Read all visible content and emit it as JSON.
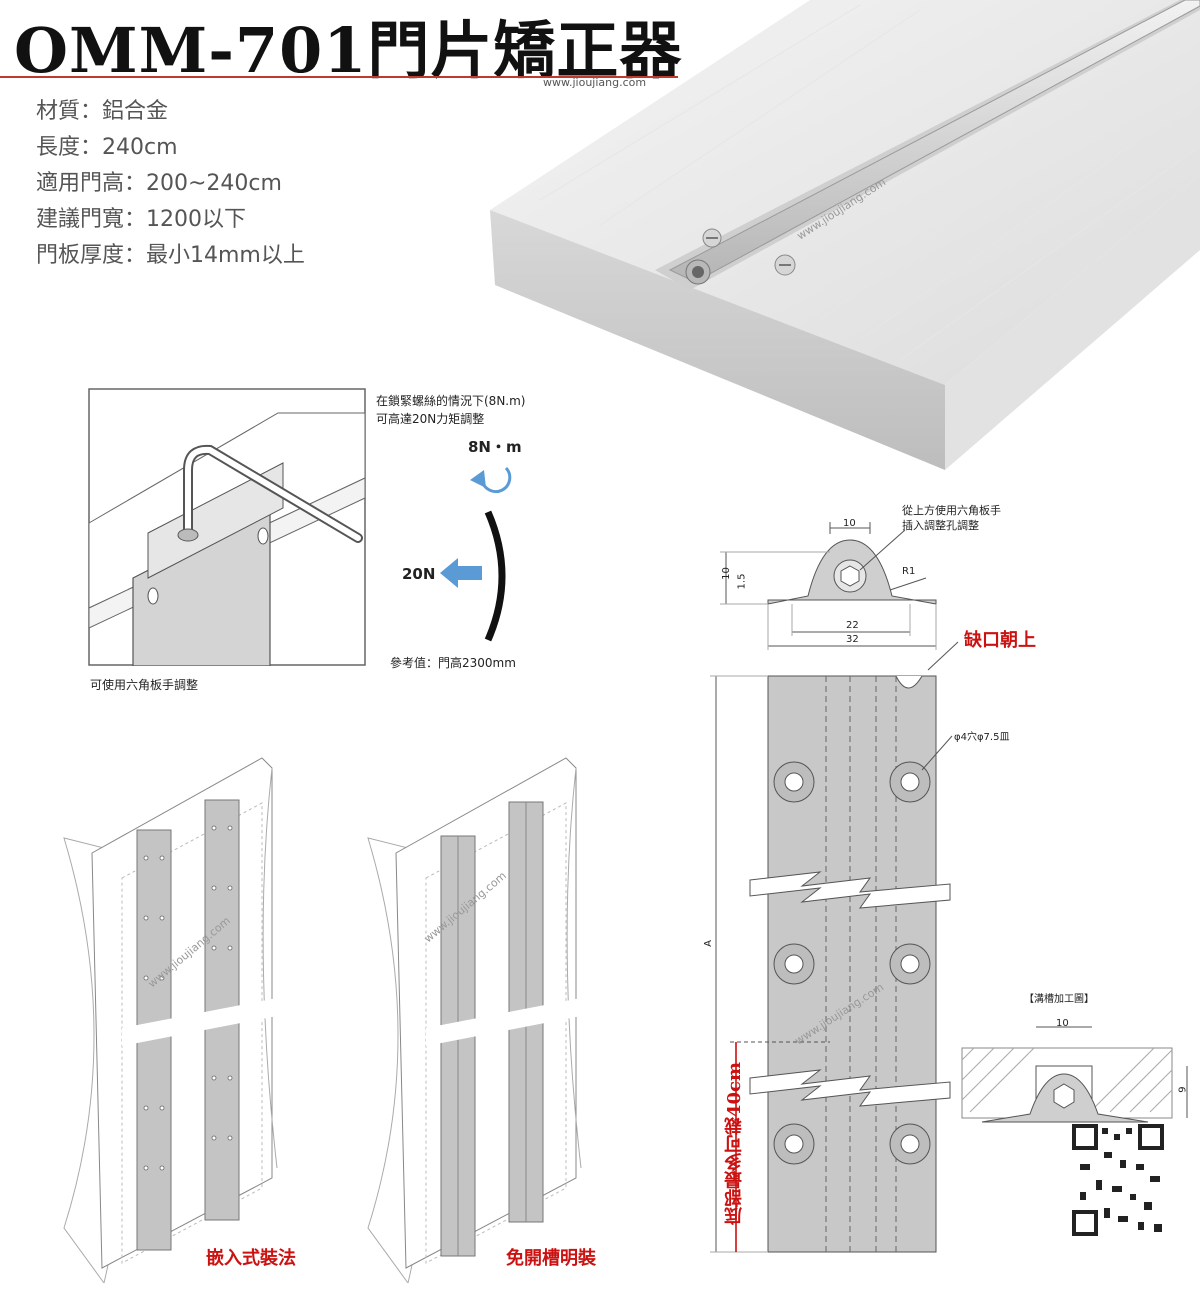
{
  "title": "OMM-701門片矯正器",
  "website": "www.jioujiang.com",
  "specs": [
    "材質：鋁合金",
    "長度：240cm",
    "適用門高：200~240cm",
    "建議門寬：1200以下",
    "門板厚度：最小14mm以上"
  ],
  "torque_diagram": {
    "note_line1": "在鎖緊螺絲的情況下(8N.m)",
    "note_line2": "可高達20N力矩調整",
    "torque_label": "8N・m",
    "force_label": "20N",
    "reference": "參考值：門高2300mm",
    "wrench_caption": "可使用六角板手調整"
  },
  "installation": {
    "embedded_label": "嵌入式裝法",
    "surface_label": "免開槽明裝"
  },
  "technical": {
    "hex_note_line1": "從上方使用六角板手",
    "hex_note_line2": "插入調整孔調整",
    "dim_width_top": "10",
    "dim_height": "10",
    "dim_flange": "1.5",
    "dim_radius": "R1",
    "dim_inner": "22",
    "dim_outer": "32",
    "notch_label": "缺口朝上",
    "hole_label": "φ4穴φ7.5皿",
    "length_label": "A",
    "cut_label": "底部最多可裁40cm",
    "groove_title": "【溝槽加工圖】",
    "groove_width": "10",
    "groove_depth": "9"
  },
  "colors": {
    "title_rule": "#c0392b",
    "accent_red": "#cc1111",
    "arrow_blue": "#5b9bd5",
    "metal_gray": "#c8c8c8"
  },
  "icons": [
    "qr-code-icon",
    "rotate-arrow-icon",
    "force-arrow-icon"
  ]
}
